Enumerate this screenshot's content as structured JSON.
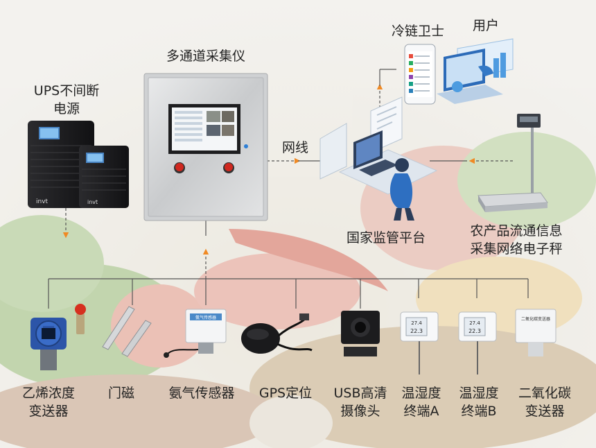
{
  "nodes": {
    "ups": "UPS不间断\n电源",
    "collector": "多通道采集仪",
    "network": "网线",
    "guard": "冷链卫士",
    "user": "用户",
    "platform": "国家监管平台",
    "scale": "农产品流通信息\n采集网络电子秤"
  },
  "sensors": [
    {
      "label": "乙烯浓度\n变送器"
    },
    {
      "label": "门磁"
    },
    {
      "label": "氨气传感器"
    },
    {
      "label": "GPS定位"
    },
    {
      "label": "USB高清\n摄像头"
    },
    {
      "label": "温湿度\n终端A"
    },
    {
      "label": "温湿度\n终端B"
    },
    {
      "label": "二氧化碳\n变送器"
    }
  ],
  "device_text": {
    "ups_brand": "invt",
    "ammonia_plate": "氨气传感器",
    "co2_plate": "二氧化碳变送器",
    "th_reading_top": "27.4",
    "th_reading_bottom": "22.3"
  },
  "colors": {
    "arrow": "#f08a24",
    "line": "#555555",
    "ups_body": "#1d1d1f",
    "cabinet": "#d4d6d8"
  }
}
